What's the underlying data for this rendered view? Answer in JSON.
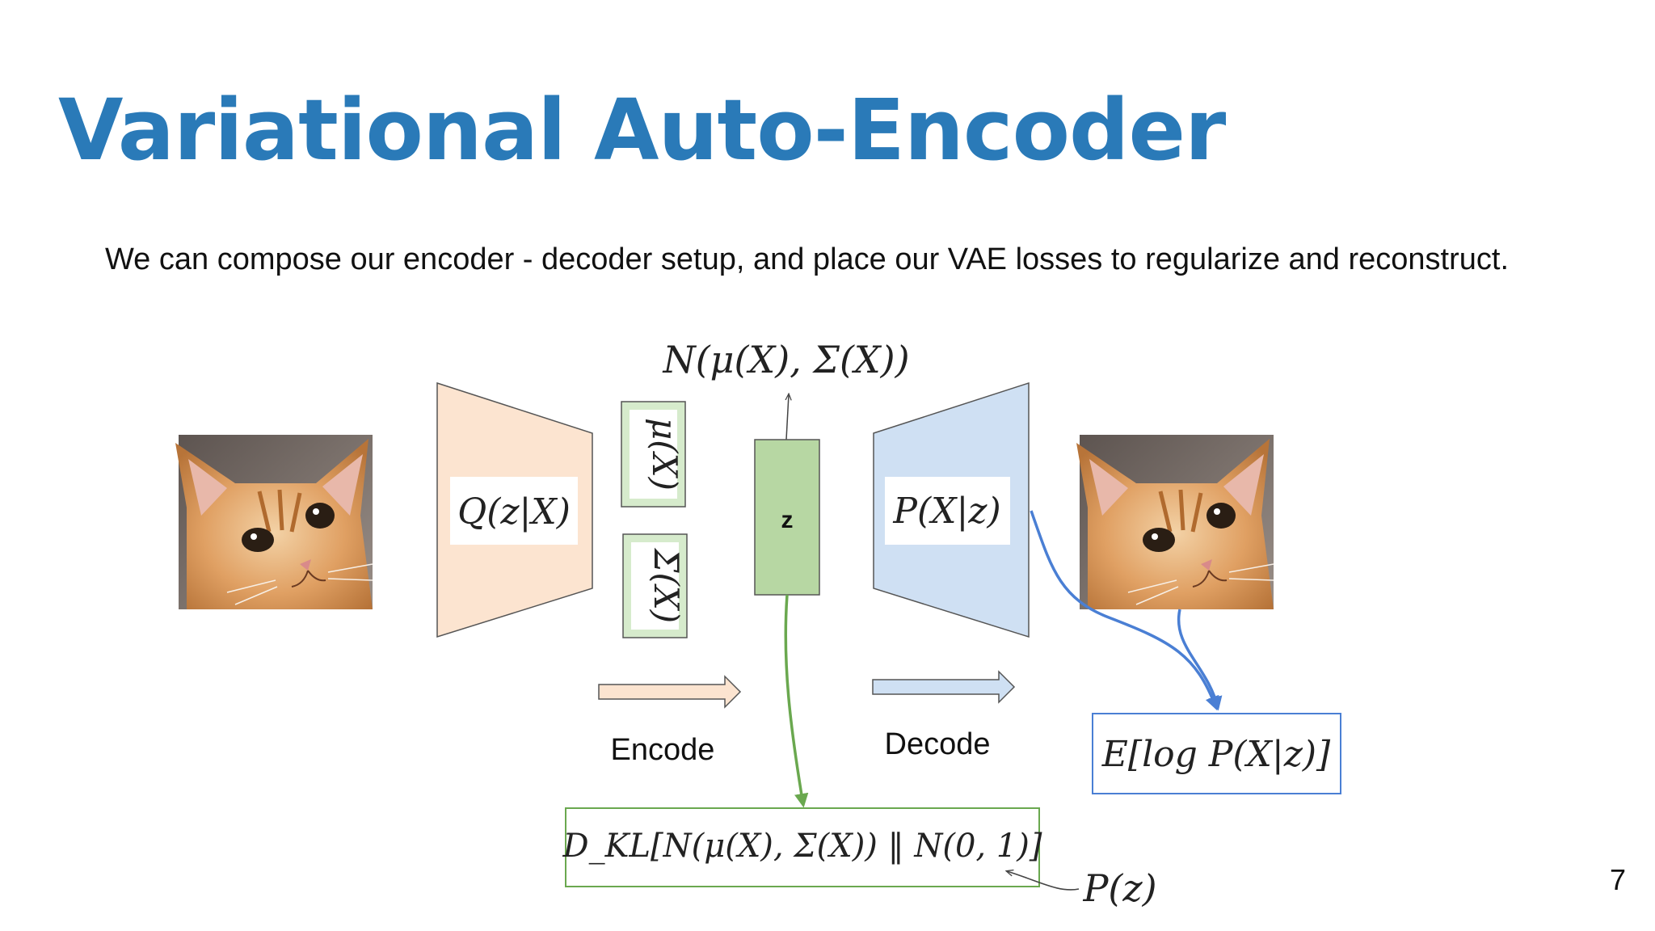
{
  "slide": {
    "title": "Variational Auto-Encoder",
    "subtitle": "We can compose our encoder - decoder setup, and place our VAE losses to regularize and reconstruct.",
    "page_number": "7"
  },
  "diagram": {
    "latent_distribution_label": "N(μ(X), Σ(X))",
    "encoder_label": "Q(z|X)",
    "mu_label": "μ(X)",
    "sigma_label": "Σ(X)",
    "z_label": "z",
    "decoder_label": "P(X|z)",
    "encode_label": "Encode",
    "decode_label": "Decode",
    "reconstruction_loss_label": "E[log P(X|z)]",
    "kl_loss_label": "D_KL[N(μ(X), Σ(X)) ‖ N(0, 1)]",
    "prior_label": "P(z)",
    "input_image": "cat-photo",
    "output_image": "cat-photo",
    "colors": {
      "encoder_fill": "#fce4d0",
      "decoder_fill": "#cfe0f3",
      "z_fill": "#b7d7a3",
      "mu_sigma_fill": "#d6ebcc",
      "recon_arrow": "#4a7fd4",
      "kl_arrow": "#6aa84f",
      "title": "#2a7ab8"
    }
  }
}
